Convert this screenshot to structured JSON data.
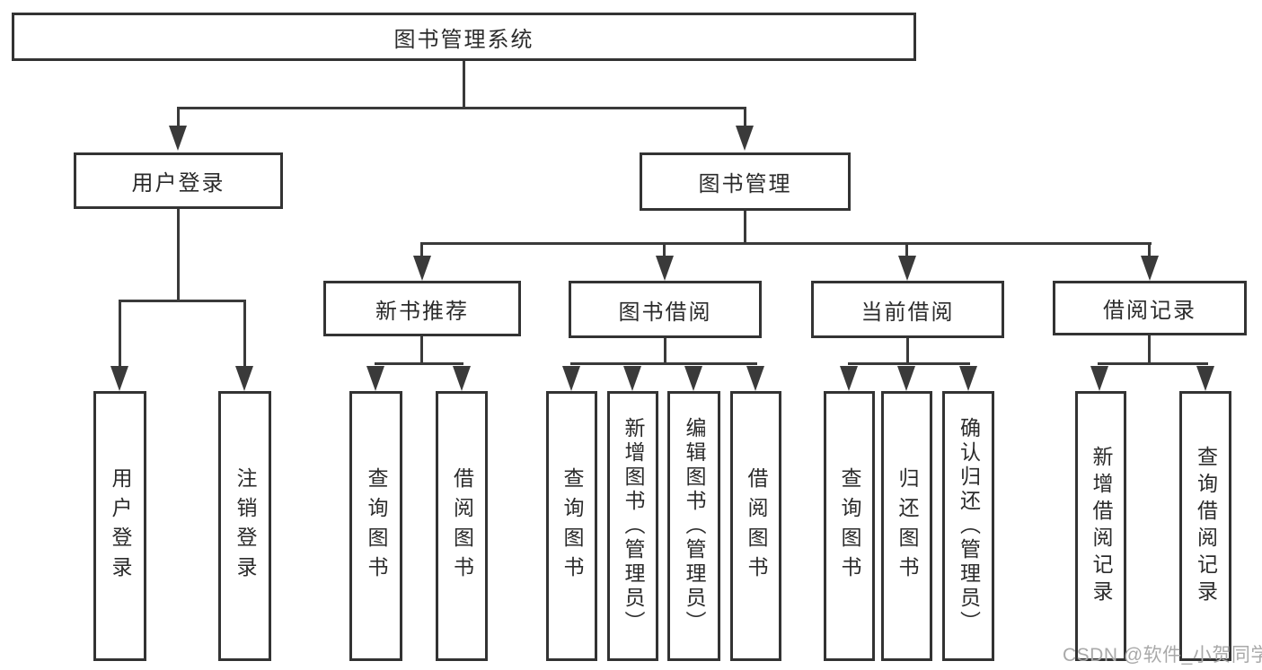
{
  "colors": {
    "line": "#3a3a3a",
    "box_border": "#333333",
    "box_background": "#ffffff",
    "text": "#2b2b2b",
    "watermark": "#a9a9a9"
  },
  "watermark": {
    "text": "CSDN @软件_小贺同学"
  },
  "diagram": {
    "root": {
      "label": "图书管理系统"
    },
    "level2": [
      {
        "label": "用户登录",
        "children": [
          {
            "label": "用户登录"
          },
          {
            "label": "注销登录"
          }
        ]
      },
      {
        "label": "图书管理",
        "children": [
          {
            "label": "新书推荐",
            "children": [
              {
                "label": "查询图书"
              },
              {
                "label": "借阅图书"
              }
            ]
          },
          {
            "label": "图书借阅",
            "children": [
              {
                "label": "查询图书"
              },
              {
                "label": "新增图书（管理员）"
              },
              {
                "label": "编辑图书（管理员）"
              },
              {
                "label": "借阅图书"
              }
            ]
          },
          {
            "label": "当前借阅",
            "children": [
              {
                "label": "查询图书"
              },
              {
                "label": "归还图书"
              },
              {
                "label": "确认归还（管理员）"
              }
            ]
          },
          {
            "label": "借阅记录",
            "children": [
              {
                "label": "新增借阅记录"
              },
              {
                "label": "查询借阅记录"
              }
            ]
          }
        ]
      }
    ]
  }
}
